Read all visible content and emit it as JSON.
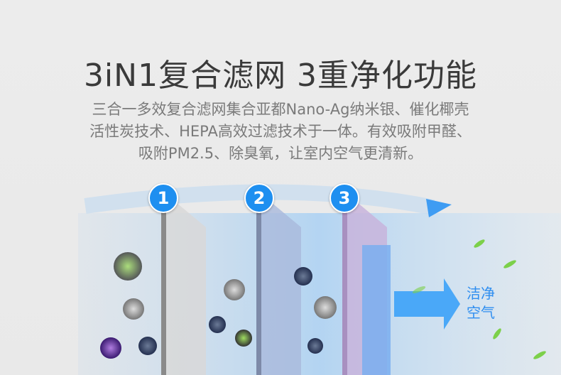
{
  "title": "3iN1复合滤网  3重净化功能",
  "description": [
    "三合一多效复合滤网集合亚都Nano-Ag纳米银、催化椰壳",
    "活性炭技术、HEPA高效过滤技术于一体。有效吸附甲醛、",
    "吸附PM2.5、除臭氧，让室内空气更清新。"
  ],
  "filters": [
    {
      "number": "1"
    },
    {
      "number": "2"
    },
    {
      "number": "3"
    }
  ],
  "clean_air": [
    "洁净",
    "空气"
  ],
  "colors": {
    "accent": "#1e8ff0",
    "text": "#3a3a3a",
    "arrow": "#4aa8f8"
  }
}
